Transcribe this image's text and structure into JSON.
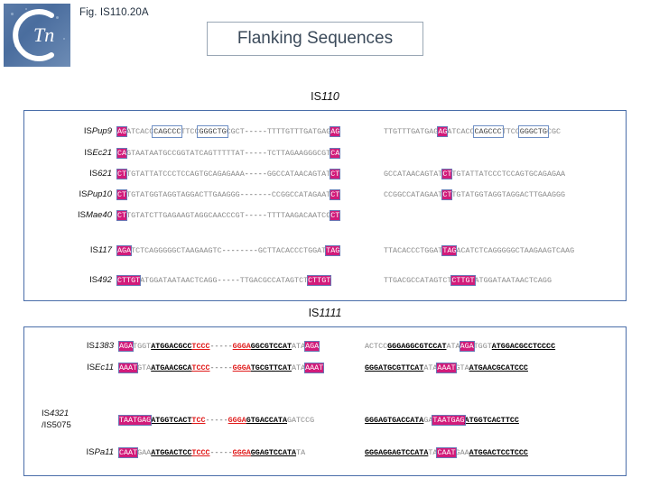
{
  "header": {
    "logo_text": "Tn",
    "logo_icon": "circle-c-tn-logo",
    "fig_label": "Fig. IS110.20A",
    "title": "Flanking Sequences"
  },
  "sections": [
    {
      "caption_prefix": "IS",
      "caption_italic": "110",
      "rows": [
        {
          "name": "ISPup9",
          "label_prefix": "IS",
          "label_italic": "Pup9",
          "left": [
            {
              "t": "AG",
              "s": "hl"
            },
            {
              "t": "ATCACC",
              "s": "gry"
            },
            {
              "t": "CAGCCC",
              "s": "box"
            },
            {
              "t": "TTCC",
              "s": "gry"
            },
            {
              "t": "GGGCTG",
              "s": "box"
            },
            {
              "t": "CGCT",
              "s": "gry"
            },
            {
              "t": "-----",
              "s": "dash"
            },
            {
              "t": "TTTTGTTTGATGAG",
              "s": "gry"
            },
            {
              "t": "AG",
              "s": "hl"
            }
          ],
          "right": [
            {
              "t": "TTGTTTGATGAG",
              "s": "gry"
            },
            {
              "t": "AG",
              "s": "hl"
            },
            {
              "t": "ATCACC",
              "s": "gry"
            },
            {
              "t": "CAGCCC",
              "s": "box"
            },
            {
              "t": "TTCC",
              "s": "gry"
            },
            {
              "t": "GGGCTG",
              "s": "box"
            },
            {
              "t": "CGC",
              "s": "gry"
            }
          ]
        },
        {
          "name": "ISEc21",
          "label_prefix": "IS",
          "label_italic": "Ec21",
          "left": [
            {
              "t": "CA",
              "s": "hl"
            },
            {
              "t": "GTAATAATGCCGGTATCAGTTTTTAT",
              "s": "gry"
            },
            {
              "t": "-----",
              "s": "dash"
            },
            {
              "t": "TCTTAGAAGGGCGT",
              "s": "gry"
            },
            {
              "t": "CA",
              "s": "hl"
            }
          ],
          "right": []
        },
        {
          "name": "IS621",
          "label_prefix": "IS",
          "label_italic": "621",
          "left": [
            {
              "t": "CT",
              "s": "hl"
            },
            {
              "t": "TGTATTATCCCTCCAGTGCAGAGAAA",
              "s": "gry"
            },
            {
              "t": "-----",
              "s": "dash"
            },
            {
              "t": "GGCCATAACAGTAT",
              "s": "gry"
            },
            {
              "t": "CT",
              "s": "hl"
            }
          ],
          "right": [
            {
              "t": "GCCATAACAGTAT",
              "s": "gry"
            },
            {
              "t": "CT",
              "s": "hl"
            },
            {
              "t": "TGTATTATCCCTCCAGTGCAGAGAA",
              "s": "gry"
            }
          ]
        },
        {
          "name": "ISPup10",
          "label_prefix": "IS",
          "label_italic": "Pup10",
          "left": [
            {
              "t": "CT",
              "s": "hl"
            },
            {
              "t": "TGTATGGTAGGTAGGACTTGAAGGG",
              "s": "gry"
            },
            {
              "t": "-------",
              "s": "dash"
            },
            {
              "t": "CCGGCCATAGAAT",
              "s": "gry"
            },
            {
              "t": "CT",
              "s": "hl"
            }
          ],
          "right": [
            {
              "t": "CCGGCCATAGAAT",
              "s": "gry"
            },
            {
              "t": "CT",
              "s": "hl"
            },
            {
              "t": "TGTATGGTAGGTAGGACTTGAAGGG",
              "s": "gry"
            }
          ]
        },
        {
          "name": "ISMae40",
          "label_prefix": "IS",
          "label_italic": "Mae40",
          "left": [
            {
              "t": "CT",
              "s": "hl"
            },
            {
              "t": "TGTATCTTGAGAAGTAGGCAACCCGT",
              "s": "gry"
            },
            {
              "t": "-----",
              "s": "dash"
            },
            {
              "t": "TTTTAAGACAATCG",
              "s": "gry"
            },
            {
              "t": "CT",
              "s": "hl"
            }
          ],
          "right": []
        },
        {
          "name": "IS117",
          "label_prefix": "IS",
          "label_italic": "117",
          "left": [
            {
              "t": "AGA",
              "s": "hl"
            },
            {
              "t": "TCTCAGGGGGCTAAGAAGTC",
              "s": "gry"
            },
            {
              "t": "--------",
              "s": "dash"
            },
            {
              "t": "GCTTACACCCTGGAT",
              "s": "gry"
            },
            {
              "t": "TAG",
              "s": "hl"
            }
          ],
          "right": [
            {
              "t": "TTACACCCTGGAT",
              "s": "gry"
            },
            {
              "t": "TAG",
              "s": "hl"
            },
            {
              "t": "ACATCTCAGGGGGCTAAGAAGTCAAG",
              "s": "gry"
            }
          ]
        },
        {
          "name": "IS492",
          "label_prefix": "IS",
          "label_italic": "492",
          "left": [
            {
              "t": "CTTGT",
              "s": "hl"
            },
            {
              "t": "ATGGATAATAACTCAGG",
              "s": "gry"
            },
            {
              "t": "-----",
              "s": "dash"
            },
            {
              "t": "TTGACGCCATAGTCT",
              "s": "gry"
            },
            {
              "t": "CTTGT",
              "s": "hl"
            }
          ],
          "right": [
            {
              "t": "TTGACGCCATAGTCT",
              "s": "gry"
            },
            {
              "t": "CTTGT",
              "s": "hl"
            },
            {
              "t": "ATGGATAATAACTCAGG",
              "s": "gry"
            }
          ]
        }
      ]
    },
    {
      "caption_prefix": "IS",
      "caption_italic": "1111",
      "rows": [
        {
          "name": "IS1383",
          "label_prefix": "IS",
          "label_italic": "1383",
          "left": [
            {
              "t": "AGA",
              "s": "hl"
            },
            {
              "t": "TGGT",
              "s": "gry"
            },
            {
              "t": "ATGGACGCC",
              "s": "blk"
            },
            {
              "t": "TCCC",
              "s": "red"
            },
            {
              "t": "-----",
              "s": "dash"
            },
            {
              "t": "GGGA",
              "s": "red"
            },
            {
              "t": "GGCGTCCAT",
              "s": "blk"
            },
            {
              "t": "ATA",
              "s": "gry"
            },
            {
              "t": "AGA",
              "s": "hl"
            }
          ],
          "right": [
            {
              "t": "ACTCC",
              "s": "gry"
            },
            {
              "t": "GGGAGGCGTCCAT",
              "s": "blk"
            },
            {
              "t": "ATA",
              "s": "gry"
            },
            {
              "t": "AGA",
              "s": "hl"
            },
            {
              "t": "TGGT",
              "s": "gry"
            },
            {
              "t": "ATGGACGCCTCCCC",
              "s": "blk"
            }
          ]
        },
        {
          "name": "ISEc11",
          "label_prefix": "IS",
          "label_italic": "Ec11",
          "left": [
            {
              "t": "AAAT",
              "s": "hl"
            },
            {
              "t": "GTA",
              "s": "gry"
            },
            {
              "t": "ATGAACGCA",
              "s": "blk"
            },
            {
              "t": "TCCC",
              "s": "red"
            },
            {
              "t": "-----",
              "s": "dash"
            },
            {
              "t": "GGGA",
              "s": "red"
            },
            {
              "t": "TGCGTTCAT",
              "s": "blk"
            },
            {
              "t": "ATA",
              "s": "gry"
            },
            {
              "t": "AAAT",
              "s": "hl"
            }
          ],
          "right": [
            {
              "t": "GGGATGCGTTCAT",
              "s": "blk"
            },
            {
              "t": "ATA",
              "s": "gry"
            },
            {
              "t": "AAAT",
              "s": "hl"
            },
            {
              "t": "GTA",
              "s": "gry"
            },
            {
              "t": "ATGAACGCATCCC",
              "s": "blk"
            }
          ]
        },
        {
          "name": "IS4321/IS5075",
          "label_line1_prefix": "IS",
          "label_line1_italic": "4321",
          "label_line2": "/IS5075",
          "left": [
            {
              "t": "TAATGAG",
              "s": "hl"
            },
            {
              "t": "ATGGTCACT",
              "s": "blk"
            },
            {
              "t": "TCC",
              "s": "red"
            },
            {
              "t": "-----",
              "s": "dash"
            },
            {
              "t": "GGGA",
              "s": "red"
            },
            {
              "t": "GTGACCATA",
              "s": "blk"
            },
            {
              "t": "GATCCG",
              "s": "gry"
            }
          ],
          "right": [
            {
              "t": "GGGAGTGACCATA",
              "s": "blk"
            },
            {
              "t": "GA",
              "s": "gry"
            },
            {
              "t": "TAATGAG",
              "s": "hl"
            },
            {
              "t": "ATGGTCACTTCC",
              "s": "blk"
            }
          ]
        },
        {
          "name": "ISPa11",
          "label_prefix": "IS",
          "label_italic": "Pa11",
          "left": [
            {
              "t": "CAAT",
              "s": "hl"
            },
            {
              "t": "GAA",
              "s": "gry"
            },
            {
              "t": "ATGGACTCC",
              "s": "blk"
            },
            {
              "t": "TCCC",
              "s": "red"
            },
            {
              "t": "-----",
              "s": "dash"
            },
            {
              "t": "GGGA",
              "s": "red"
            },
            {
              "t": "GGAGTCCATA",
              "s": "blk"
            },
            {
              "t": "TA",
              "s": "gry"
            }
          ],
          "right": [
            {
              "t": "GGGAGGAGTCCATA",
              "s": "blk"
            },
            {
              "t": "TA",
              "s": "gry"
            },
            {
              "t": "CAAT",
              "s": "hl"
            },
            {
              "t": "GAA",
              "s": "gry"
            },
            {
              "t": "ATGGACTCCTCCC",
              "s": "blk"
            }
          ]
        }
      ]
    }
  ],
  "colors": {
    "highlight_magenta": "#d21b7a",
    "box_blue": "#6f8fc4",
    "panel_border": "#4a6ea9",
    "title_text": "#3b4a5a",
    "red_bases": "#e01b1b",
    "grey_bases": "#8a8a8a"
  }
}
